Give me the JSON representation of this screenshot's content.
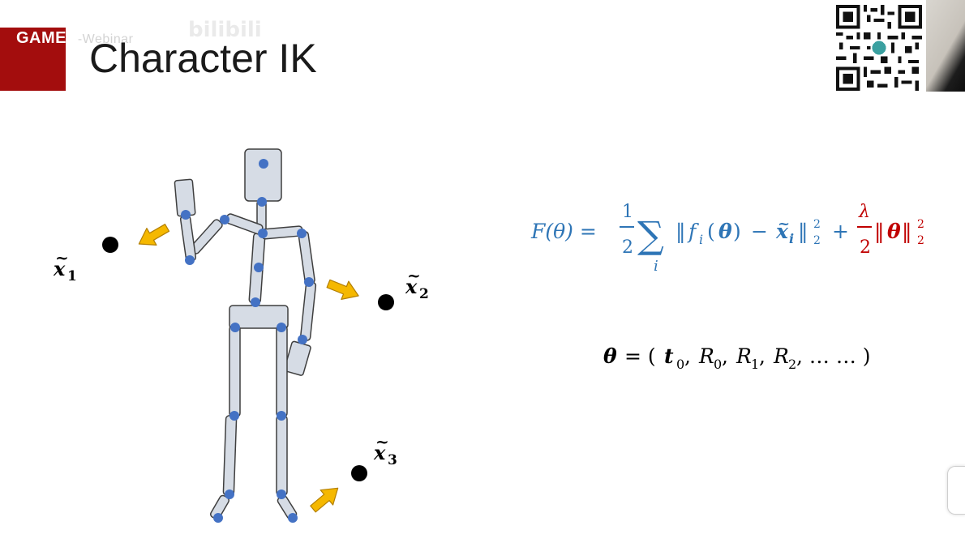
{
  "header": {
    "brand_main": "GAMES",
    "brand_faded": "-Webinar",
    "watermark": "bilibili",
    "title": "Character IK"
  },
  "targets": {
    "x1_symbol": "x",
    "x1_sub": "1",
    "x2_symbol": "x",
    "x2_sub": "2",
    "x3_symbol": "x",
    "x3_sub": "3",
    "tilde": "~"
  },
  "equation_objective": {
    "lhs": "F(θ) =",
    "half_num": "1",
    "half_den": "2",
    "sum": "∑",
    "sum_index": "i",
    "norm_open": "‖",
    "f": "f",
    "f_sub": "i",
    "paren_open": "(",
    "theta": "θ",
    "paren_close": ")",
    "minus": "−",
    "x": "x",
    "x_sub": "i",
    "norm_close": "‖",
    "sub2": "2",
    "sup2": "2",
    "plus": "+",
    "lambda_num": "λ",
    "lambda_den": "2",
    "reg_norm_open": "‖",
    "reg_theta": "θ",
    "reg_norm_close": "‖",
    "reg_sub2": "2",
    "reg_sup2": "2"
  },
  "equation_params": {
    "theta": "θ",
    "eq": "= (",
    "t": "t",
    "t_sub": "0",
    "comma1": ", ",
    "R0": "R",
    "R0_sub": "0",
    "comma2": ", ",
    "R1": "R",
    "R1_sub": "1",
    "comma3": ", ",
    "R2": "R",
    "R2_sub": "2",
    "tail": ", … … )"
  },
  "colors": {
    "brand": "#a30d0d",
    "equation_blue": "#2e75b6",
    "equation_red": "#c00000",
    "bone_fill": "#d6dce5",
    "bone_stroke": "#3f3f3f",
    "joint": "#4472c4",
    "arrow": "#f5b800",
    "target": "#000000"
  }
}
